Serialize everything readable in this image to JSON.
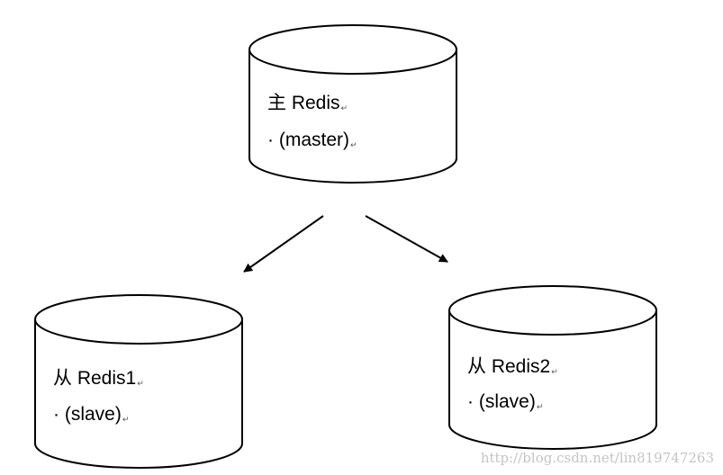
{
  "nodes": {
    "master": {
      "title": "主 Redis",
      "role": "· (master)"
    },
    "slave1": {
      "title": "从 Redis1",
      "role": "· (slave)"
    },
    "slave2": {
      "title": "从 Redis2",
      "role": "· (slave)"
    }
  },
  "paragraph_mark": "↵",
  "watermark": "http://blog.csdn.net/lin819747263",
  "colors": {
    "stroke": "#000000",
    "background": "#ffffff",
    "watermark": "#c4c4c4"
  }
}
